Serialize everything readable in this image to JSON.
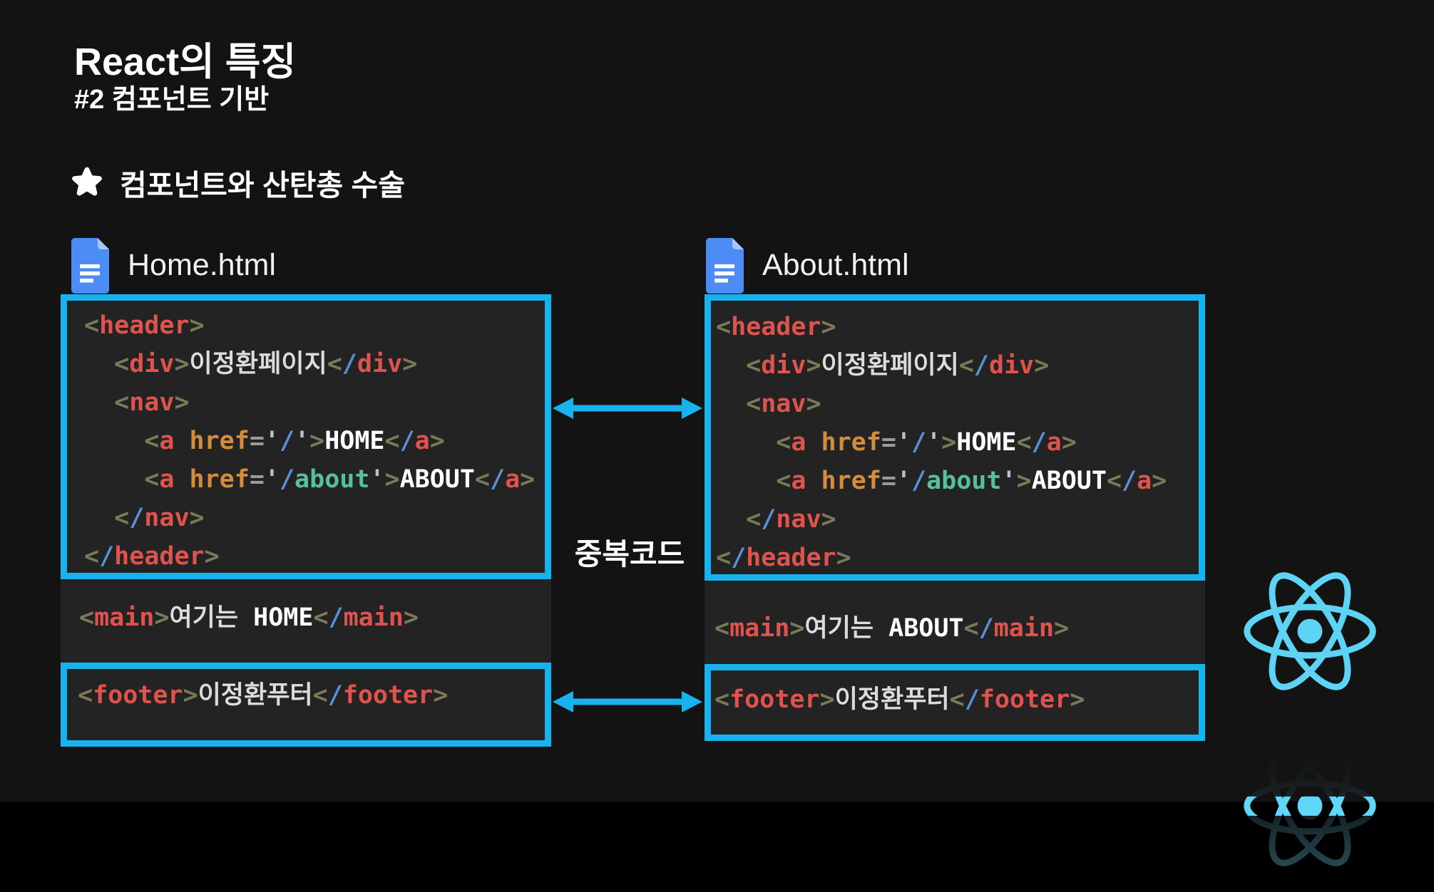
{
  "slide": {
    "title": "React의 특징",
    "subtitle": "#2 컴포넌트 기반",
    "bullet": "컴포넌트와 산탄총 수술",
    "duplicate_label": "중복코드"
  },
  "colors": {
    "slide_bg": "#131313",
    "bottom_bar": "#000000",
    "code_bg": "#232323",
    "accent_cyan": "#16b3ef",
    "react_cyan": "#5ed4f5",
    "doc_icon_blue": "#4e8cf5",
    "doc_icon_fold": "#a8c7fa",
    "tag_red": "#de534e",
    "bracket_olive": "#7a7a58",
    "slash_blue": "#5b8fd6",
    "attr_orange": "#d58b3c",
    "string_teal": "#56bfa0",
    "text_white": "#dcdcdc"
  },
  "files": [
    {
      "name": "Home.html",
      "header_code": [
        [
          {
            "t": "<",
            "c": "br"
          },
          {
            "t": "header",
            "c": "tag"
          },
          {
            "t": ">",
            "c": "br"
          }
        ],
        [
          {
            "t": "  <",
            "c": "br"
          },
          {
            "t": "div",
            "c": "tag"
          },
          {
            "t": ">",
            "c": "br"
          },
          {
            "t": "이정환페이지",
            "c": "tx"
          },
          {
            "t": "<",
            "c": "br"
          },
          {
            "t": "/",
            "c": "sl"
          },
          {
            "t": "div",
            "c": "tag"
          },
          {
            "t": ">",
            "c": "br"
          }
        ],
        [
          {
            "t": "  <",
            "c": "br"
          },
          {
            "t": "nav",
            "c": "tag"
          },
          {
            "t": ">",
            "c": "br"
          }
        ],
        [
          {
            "t": "    <",
            "c": "br"
          },
          {
            "t": "a",
            "c": "tag"
          },
          {
            "t": " ",
            "c": "tx"
          },
          {
            "t": "href",
            "c": "at"
          },
          {
            "t": "=",
            "c": "eq"
          },
          {
            "t": "'",
            "c": "q"
          },
          {
            "t": "/",
            "c": "sl"
          },
          {
            "t": "'",
            "c": "q"
          },
          {
            "t": ">",
            "c": "br"
          },
          {
            "t": "HOME",
            "c": "btx"
          },
          {
            "t": "<",
            "c": "br"
          },
          {
            "t": "/",
            "c": "sl"
          },
          {
            "t": "a",
            "c": "tag"
          },
          {
            "t": ">",
            "c": "br"
          }
        ],
        [
          {
            "t": "    <",
            "c": "br"
          },
          {
            "t": "a",
            "c": "tag"
          },
          {
            "t": " ",
            "c": "tx"
          },
          {
            "t": "href",
            "c": "at"
          },
          {
            "t": "=",
            "c": "eq"
          },
          {
            "t": "'",
            "c": "q"
          },
          {
            "t": "/",
            "c": "sl"
          },
          {
            "t": "about",
            "c": "st"
          },
          {
            "t": "'",
            "c": "q"
          },
          {
            "t": ">",
            "c": "br"
          },
          {
            "t": "ABOUT",
            "c": "btx"
          },
          {
            "t": "<",
            "c": "br"
          },
          {
            "t": "/",
            "c": "sl"
          },
          {
            "t": "a",
            "c": "tag"
          },
          {
            "t": ">",
            "c": "br"
          }
        ],
        [
          {
            "t": "  <",
            "c": "br"
          },
          {
            "t": "/",
            "c": "sl"
          },
          {
            "t": "nav",
            "c": "tag"
          },
          {
            "t": ">",
            "c": "br"
          }
        ],
        [
          {
            "t": "<",
            "c": "br"
          },
          {
            "t": "/",
            "c": "sl"
          },
          {
            "t": "header",
            "c": "tag"
          },
          {
            "t": ">",
            "c": "br"
          }
        ]
      ],
      "main_code": [
        [
          {
            "t": "<",
            "c": "br"
          },
          {
            "t": "main",
            "c": "tag"
          },
          {
            "t": ">",
            "c": "br"
          },
          {
            "t": "여기는 ",
            "c": "tx"
          },
          {
            "t": "HOME",
            "c": "btx"
          },
          {
            "t": "<",
            "c": "br"
          },
          {
            "t": "/",
            "c": "sl"
          },
          {
            "t": "main",
            "c": "tag"
          },
          {
            "t": ">",
            "c": "br"
          }
        ]
      ],
      "footer_code": [
        [
          {
            "t": "<",
            "c": "br"
          },
          {
            "t": "footer",
            "c": "tag"
          },
          {
            "t": ">",
            "c": "br"
          },
          {
            "t": "이정환푸터",
            "c": "tx"
          },
          {
            "t": "<",
            "c": "br"
          },
          {
            "t": "/",
            "c": "sl"
          },
          {
            "t": "footer",
            "c": "tag"
          },
          {
            "t": ">",
            "c": "br"
          }
        ]
      ]
    },
    {
      "name": "About.html",
      "header_code": [
        [
          {
            "t": "<",
            "c": "br"
          },
          {
            "t": "header",
            "c": "tag"
          },
          {
            "t": ">",
            "c": "br"
          }
        ],
        [
          {
            "t": "  <",
            "c": "br"
          },
          {
            "t": "div",
            "c": "tag"
          },
          {
            "t": ">",
            "c": "br"
          },
          {
            "t": "이정환페이지",
            "c": "tx"
          },
          {
            "t": "<",
            "c": "br"
          },
          {
            "t": "/",
            "c": "sl"
          },
          {
            "t": "div",
            "c": "tag"
          },
          {
            "t": ">",
            "c": "br"
          }
        ],
        [
          {
            "t": "  <",
            "c": "br"
          },
          {
            "t": "nav",
            "c": "tag"
          },
          {
            "t": ">",
            "c": "br"
          }
        ],
        [
          {
            "t": "    <",
            "c": "br"
          },
          {
            "t": "a",
            "c": "tag"
          },
          {
            "t": " ",
            "c": "tx"
          },
          {
            "t": "href",
            "c": "at"
          },
          {
            "t": "=",
            "c": "eq"
          },
          {
            "t": "'",
            "c": "q"
          },
          {
            "t": "/",
            "c": "sl"
          },
          {
            "t": "'",
            "c": "q"
          },
          {
            "t": ">",
            "c": "br"
          },
          {
            "t": "HOME",
            "c": "btx"
          },
          {
            "t": "<",
            "c": "br"
          },
          {
            "t": "/",
            "c": "sl"
          },
          {
            "t": "a",
            "c": "tag"
          },
          {
            "t": ">",
            "c": "br"
          }
        ],
        [
          {
            "t": "    <",
            "c": "br"
          },
          {
            "t": "a",
            "c": "tag"
          },
          {
            "t": " ",
            "c": "tx"
          },
          {
            "t": "href",
            "c": "at"
          },
          {
            "t": "=",
            "c": "eq"
          },
          {
            "t": "'",
            "c": "q"
          },
          {
            "t": "/",
            "c": "sl"
          },
          {
            "t": "about",
            "c": "st"
          },
          {
            "t": "'",
            "c": "q"
          },
          {
            "t": ">",
            "c": "br"
          },
          {
            "t": "ABOUT",
            "c": "btx"
          },
          {
            "t": "<",
            "c": "br"
          },
          {
            "t": "/",
            "c": "sl"
          },
          {
            "t": "a",
            "c": "tag"
          },
          {
            "t": ">",
            "c": "br"
          }
        ],
        [
          {
            "t": "  <",
            "c": "br"
          },
          {
            "t": "/",
            "c": "sl"
          },
          {
            "t": "nav",
            "c": "tag"
          },
          {
            "t": ">",
            "c": "br"
          }
        ],
        [
          {
            "t": "<",
            "c": "br"
          },
          {
            "t": "/",
            "c": "sl"
          },
          {
            "t": "header",
            "c": "tag"
          },
          {
            "t": ">",
            "c": "br"
          }
        ]
      ],
      "main_code": [
        [
          {
            "t": "<",
            "c": "br"
          },
          {
            "t": "main",
            "c": "tag"
          },
          {
            "t": ">",
            "c": "br"
          },
          {
            "t": "여기는 ",
            "c": "tx"
          },
          {
            "t": "ABOUT",
            "c": "btx"
          },
          {
            "t": "<",
            "c": "br"
          },
          {
            "t": "/",
            "c": "sl"
          },
          {
            "t": "main",
            "c": "tag"
          },
          {
            "t": ">",
            "c": "br"
          }
        ]
      ],
      "footer_code": [
        [
          {
            "t": "<",
            "c": "br"
          },
          {
            "t": "footer",
            "c": "tag"
          },
          {
            "t": ">",
            "c": "br"
          },
          {
            "t": "이정환푸터",
            "c": "tx"
          },
          {
            "t": "<",
            "c": "br"
          },
          {
            "t": "/",
            "c": "sl"
          },
          {
            "t": "footer",
            "c": "tag"
          },
          {
            "t": ">",
            "c": "br"
          }
        ]
      ]
    }
  ]
}
